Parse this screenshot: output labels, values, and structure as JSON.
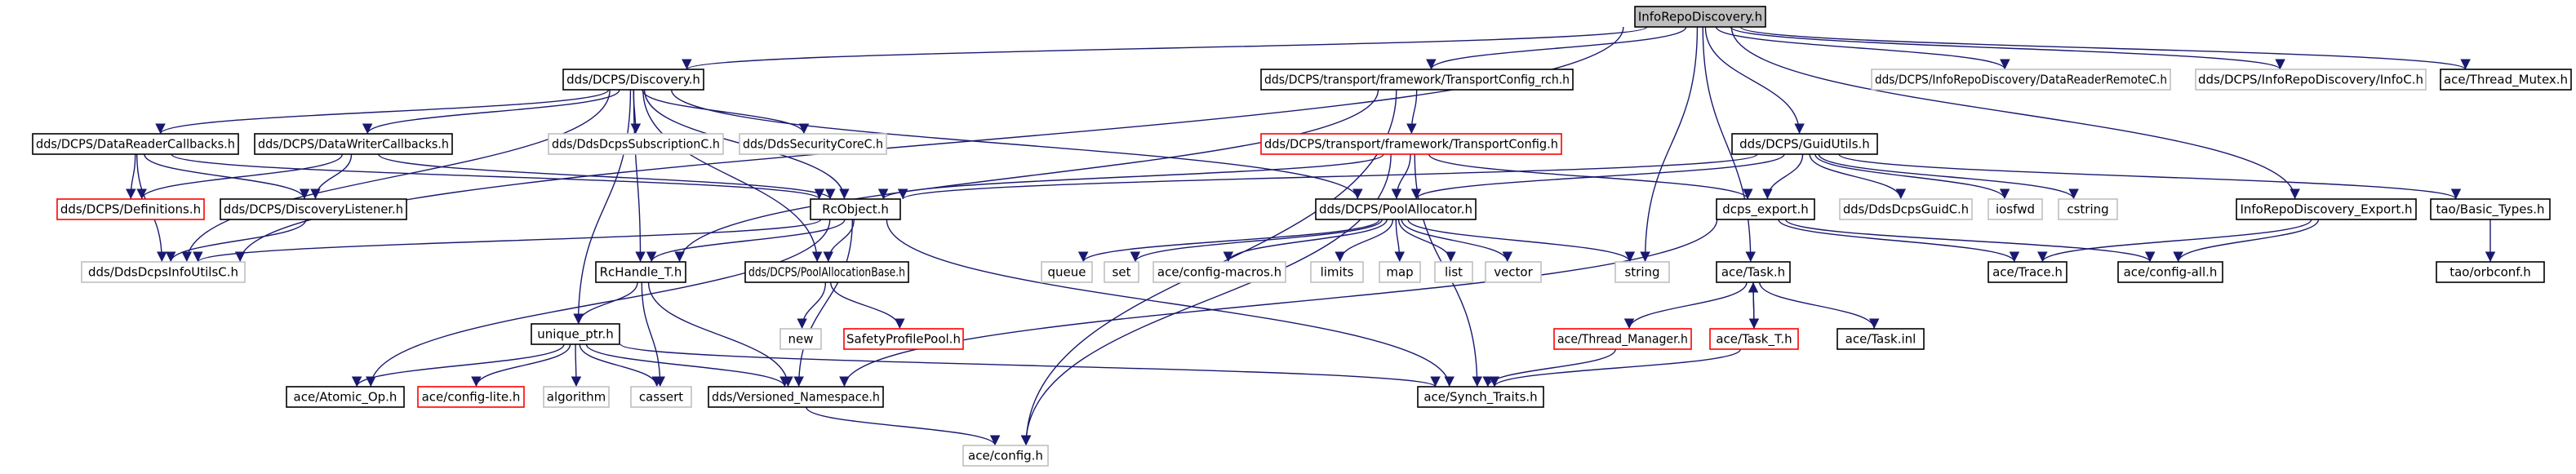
{
  "colors": {
    "edge": "#191970",
    "node_border_documented": "#000000",
    "node_border_undocumented": "#bfbfbf",
    "node_border_truncated": "#ff0000",
    "root_fill": "#bfbfbf",
    "text": "#000000"
  },
  "nodes": [
    {
      "id": "root",
      "label": "InfoRepoDiscovery.h",
      "kind": "root"
    },
    {
      "id": "discovery",
      "label": "dds/DCPS/Discovery.h",
      "kind": "doc"
    },
    {
      "id": "tcfg_rch",
      "label": "dds/DCPS/transport/framework/TransportConfig_rch.h",
      "kind": "doc"
    },
    {
      "id": "drr",
      "label": "dds/DCPS/InfoRepoDiscovery/DataReaderRemoteC.h",
      "kind": "undoc"
    },
    {
      "id": "infoc",
      "label": "dds/DCPS/InfoRepoDiscovery/InfoC.h",
      "kind": "undoc"
    },
    {
      "id": "tmutex",
      "label": "ace/Thread_Mutex.h",
      "kind": "doc"
    },
    {
      "id": "drcb",
      "label": "dds/DCPS/DataReaderCallbacks.h",
      "kind": "doc"
    },
    {
      "id": "dwcb",
      "label": "dds/DCPS/DataWriterCallbacks.h",
      "kind": "doc"
    },
    {
      "id": "subc",
      "label": "dds/DdsDcpsSubscriptionC.h",
      "kind": "undoc"
    },
    {
      "id": "secc",
      "label": "dds/DdsSecurityCoreC.h",
      "kind": "undoc"
    },
    {
      "id": "tcfg",
      "label": "dds/DCPS/transport/framework/TransportConfig.h",
      "kind": "trunc"
    },
    {
      "id": "guid",
      "label": "dds/DCPS/GuidUtils.h",
      "kind": "doc"
    },
    {
      "id": "defs",
      "label": "dds/DCPS/Definitions.h",
      "kind": "trunc"
    },
    {
      "id": "dlist",
      "label": "dds/DCPS/DiscoveryListener.h",
      "kind": "doc"
    },
    {
      "id": "rcobj",
      "label": "RcObject.h",
      "kind": "doc"
    },
    {
      "id": "pool",
      "label": "dds/DCPS/PoolAllocator.h",
      "kind": "doc"
    },
    {
      "id": "dcpsexp",
      "label": "dcps_export.h",
      "kind": "doc"
    },
    {
      "id": "guidc",
      "label": "dds/DdsDcpsGuidC.h",
      "kind": "undoc"
    },
    {
      "id": "iosfwd",
      "label": "iosfwd",
      "kind": "undoc"
    },
    {
      "id": "cstring",
      "label": "cstring",
      "kind": "undoc"
    },
    {
      "id": "irdexp",
      "label": "InfoRepoDiscovery_Export.h",
      "kind": "doc"
    },
    {
      "id": "basic",
      "label": "tao/Basic_Types.h",
      "kind": "doc"
    },
    {
      "id": "infou",
      "label": "dds/DdsDcpsInfoUtilsC.h",
      "kind": "undoc"
    },
    {
      "id": "rch",
      "label": "RcHandle_T.h",
      "kind": "doc"
    },
    {
      "id": "pab",
      "label": "dds/DCPS/PoolAllocationBase.h",
      "kind": "doc"
    },
    {
      "id": "queue",
      "label": "queue",
      "kind": "undoc"
    },
    {
      "id": "set",
      "label": "set",
      "kind": "undoc"
    },
    {
      "id": "cfgmac",
      "label": "ace/config-macros.h",
      "kind": "undoc"
    },
    {
      "id": "limits",
      "label": "limits",
      "kind": "undoc"
    },
    {
      "id": "map",
      "label": "map",
      "kind": "undoc"
    },
    {
      "id": "list",
      "label": "list",
      "kind": "undoc"
    },
    {
      "id": "vector",
      "label": "vector",
      "kind": "undoc"
    },
    {
      "id": "string",
      "label": "string",
      "kind": "undoc"
    },
    {
      "id": "acetask",
      "label": "ace/Task.h",
      "kind": "doc"
    },
    {
      "id": "trace",
      "label": "ace/Trace.h",
      "kind": "doc"
    },
    {
      "id": "cfgall",
      "label": "ace/config-all.h",
      "kind": "doc"
    },
    {
      "id": "orbconf",
      "label": "tao/orbconf.h",
      "kind": "doc"
    },
    {
      "id": "uptr",
      "label": "unique_ptr.h",
      "kind": "doc"
    },
    {
      "id": "new",
      "label": "new",
      "kind": "undoc"
    },
    {
      "id": "spp",
      "label": "SafetyProfilePool.h",
      "kind": "trunc"
    },
    {
      "id": "tmgr",
      "label": "ace/Thread_Manager.h",
      "kind": "trunc"
    },
    {
      "id": "taskt",
      "label": "ace/Task_T.h",
      "kind": "trunc"
    },
    {
      "id": "taskinl",
      "label": "ace/Task.inl",
      "kind": "doc"
    },
    {
      "id": "atomic",
      "label": "ace/Atomic_Op.h",
      "kind": "doc"
    },
    {
      "id": "cfglite",
      "label": "ace/config-lite.h",
      "kind": "trunc"
    },
    {
      "id": "algorithm",
      "label": "algorithm",
      "kind": "undoc"
    },
    {
      "id": "cassert",
      "label": "cassert",
      "kind": "undoc"
    },
    {
      "id": "vns",
      "label": "dds/Versioned_Namespace.h",
      "kind": "doc"
    },
    {
      "id": "synch",
      "label": "ace/Synch_Traits.h",
      "kind": "doc"
    },
    {
      "id": "config",
      "label": "ace/config.h",
      "kind": "undoc"
    }
  ],
  "edges": [
    [
      "root",
      "discovery"
    ],
    [
      "root",
      "tcfg_rch"
    ],
    [
      "root",
      "drr"
    ],
    [
      "root",
      "infoc"
    ],
    [
      "root",
      "tmutex"
    ],
    [
      "root",
      "guid"
    ],
    [
      "root",
      "string"
    ],
    [
      "root",
      "acetask"
    ],
    [
      "root",
      "irdexp"
    ],
    [
      "root",
      "infou"
    ],
    [
      "discovery",
      "drcb"
    ],
    [
      "discovery",
      "dwcb"
    ],
    [
      "discovery",
      "subc"
    ],
    [
      "discovery",
      "secc"
    ],
    [
      "discovery",
      "rcobj"
    ],
    [
      "discovery",
      "rch"
    ],
    [
      "discovery",
      "pab"
    ],
    [
      "discovery",
      "uptr"
    ],
    [
      "discovery",
      "pool"
    ],
    [
      "discovery",
      "infou"
    ],
    [
      "tcfg_rch",
      "tcfg"
    ],
    [
      "tcfg_rch",
      "rch"
    ],
    [
      "tcfg_rch",
      "config"
    ],
    [
      "drcb",
      "defs"
    ],
    [
      "drcb",
      "dlist"
    ],
    [
      "drcb",
      "rcobj"
    ],
    [
      "drcb",
      "infou"
    ],
    [
      "dwcb",
      "defs"
    ],
    [
      "dwcb",
      "dlist"
    ],
    [
      "dwcb",
      "rcobj"
    ],
    [
      "dlist",
      "infou"
    ],
    [
      "tcfg",
      "rcobj"
    ],
    [
      "tcfg",
      "pool"
    ],
    [
      "tcfg",
      "dcpsexp"
    ],
    [
      "tcfg",
      "synch"
    ],
    [
      "tcfg",
      "config"
    ],
    [
      "guid",
      "rcobj"
    ],
    [
      "guid",
      "pool"
    ],
    [
      "guid",
      "dcpsexp"
    ],
    [
      "guid",
      "guidc"
    ],
    [
      "guid",
      "iosfwd"
    ],
    [
      "guid",
      "cstring"
    ],
    [
      "guid",
      "basic"
    ],
    [
      "rcobj",
      "rch"
    ],
    [
      "rcobj",
      "pab"
    ],
    [
      "rcobj",
      "vns"
    ],
    [
      "rcobj",
      "atomic"
    ],
    [
      "rcobj",
      "synch"
    ],
    [
      "rcobj",
      "infou"
    ],
    [
      "pool",
      "queue"
    ],
    [
      "pool",
      "set"
    ],
    [
      "pool",
      "cfgmac"
    ],
    [
      "pool",
      "limits"
    ],
    [
      "pool",
      "map"
    ],
    [
      "pool",
      "list"
    ],
    [
      "pool",
      "vector"
    ],
    [
      "pool",
      "string"
    ],
    [
      "dcpsexp",
      "trace"
    ],
    [
      "dcpsexp",
      "cfgall"
    ],
    [
      "dcpsexp",
      "vns"
    ],
    [
      "irdexp",
      "trace"
    ],
    [
      "irdexp",
      "cfgall"
    ],
    [
      "basic",
      "orbconf"
    ],
    [
      "rch",
      "uptr"
    ],
    [
      "rch",
      "vns"
    ],
    [
      "rch",
      "cassert"
    ],
    [
      "pab",
      "new"
    ],
    [
      "pab",
      "spp"
    ],
    [
      "acetask",
      "tmgr"
    ],
    [
      "acetask",
      "taskt"
    ],
    [
      "acetask",
      "taskinl"
    ],
    [
      "taskt",
      "acetask"
    ],
    [
      "taskt",
      "synch"
    ],
    [
      "tmgr",
      "synch"
    ],
    [
      "uptr",
      "atomic"
    ],
    [
      "uptr",
      "cfglite"
    ],
    [
      "uptr",
      "algorithm"
    ],
    [
      "uptr",
      "cassert"
    ],
    [
      "uptr",
      "vns"
    ],
    [
      "uptr",
      "synch"
    ],
    [
      "vns",
      "config"
    ]
  ]
}
